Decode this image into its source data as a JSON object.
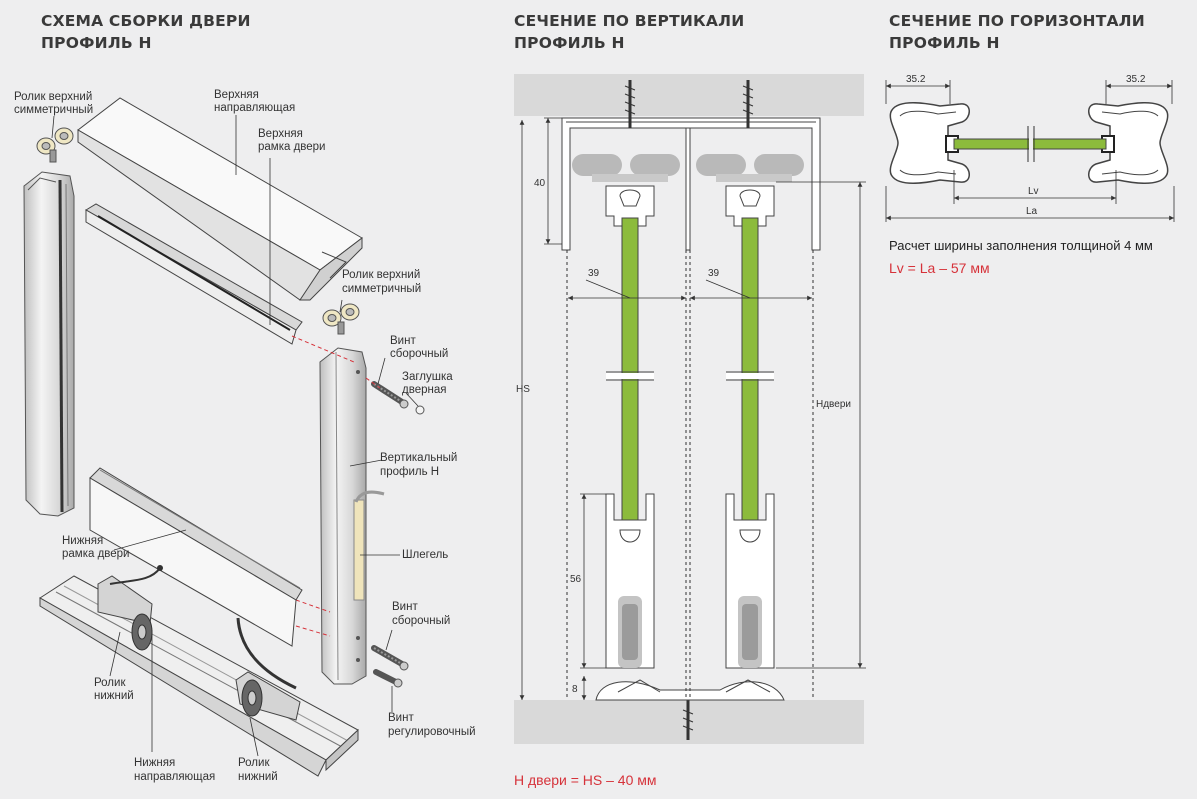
{
  "headings": {
    "assembly": [
      "СХЕМА СБОРКИ ДВЕРИ",
      "ПРОФИЛЬ Н"
    ],
    "vertical": [
      "СЕЧЕНИЕ ПО ВЕРТИКАЛИ",
      "ПРОФИЛЬ Н"
    ],
    "horizontal": [
      "СЕЧЕНИЕ ПО ГОРИЗОНТАЛИ",
      "ПРОФИЛЬ Н"
    ]
  },
  "assembly_labels": {
    "roller_top_left": [
      "Ролик верхний",
      "симметричный"
    ],
    "top_guide": [
      "Верхняя",
      "направляющая"
    ],
    "top_frame": [
      "Верхняя",
      "рамка двери"
    ],
    "roller_top_right": [
      "Ролик верхний",
      "симметричный"
    ],
    "screw_assembly_top": [
      "Винт",
      "сборочный"
    ],
    "door_cap": [
      "Заглушка",
      "дверная"
    ],
    "vertical_profile": [
      "Вертикальный",
      "профиль Н"
    ],
    "schlegel": "Шлегель",
    "bottom_frame": [
      "Нижняя",
      "рамка двери"
    ],
    "screw_assembly_bottom": [
      "Винт",
      "сборочный"
    ],
    "roller_bottom_left": [
      "Ролик",
      "нижний"
    ],
    "screw_adjust": [
      "Винт",
      "регулировочный"
    ],
    "bottom_guide": [
      "Нижняя",
      "направляющая"
    ],
    "roller_bottom_right": [
      "Ролик",
      "нижний"
    ]
  },
  "vertical_dims": {
    "top_gap": "40",
    "profile_width_left": "39",
    "profile_width_right": "39",
    "hs": "HS",
    "h_door": "Hдвери",
    "bottom_56": "56",
    "bottom_8": "8"
  },
  "horizontal_dims": {
    "left": "35.2",
    "right": "35.2",
    "lv": "Lv",
    "la": "La"
  },
  "note": "Расчет ширины заполнения толщиной 4 мм",
  "formula_horizontal": "Lv = La – 57 мм",
  "formula_vertical": "H двери = HS – 40 мм",
  "colors": {
    "fill_green": "#8cbb3c",
    "formula_red": "#d6323a",
    "ceiling_grey": "#d9d9d9"
  }
}
